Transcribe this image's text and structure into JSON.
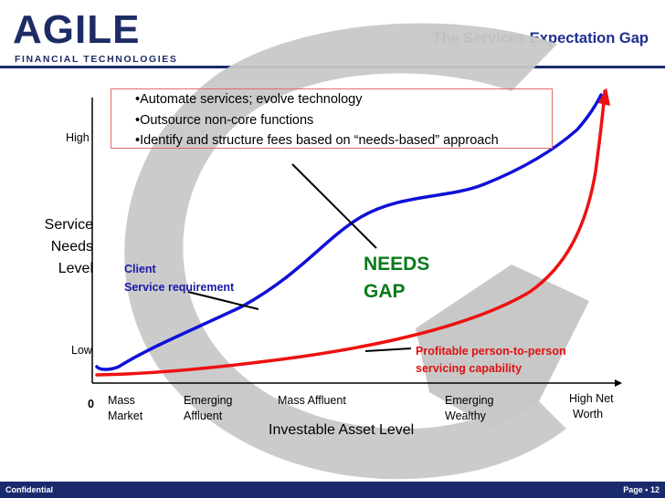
{
  "header": {
    "logo_main": "AGILE",
    "logo_sub": "FINANCIAL TECHNOLOGIES",
    "title": "The Services Expectation Gap"
  },
  "bullets": [
    "•Automate services; evolve technology",
    "•Outsource non-core functions",
    "•Identify and structure fees based on “needs-based” approach"
  ],
  "chart_data": {
    "type": "line",
    "y_axis": {
      "label_lines": [
        "Service",
        "Needs",
        "Level"
      ],
      "ticks": [
        "High",
        "Low"
      ],
      "origin_label": "0"
    },
    "x_axis": {
      "label": "Investable Asset Level",
      "categories": [
        [
          "Mass",
          "Market"
        ],
        [
          "Emerging",
          "Affluent"
        ],
        [
          "Mass Affluent"
        ],
        [
          "Emerging",
          "Wealthy"
        ],
        [
          "High Net",
          "Worth"
        ]
      ]
    },
    "series": [
      {
        "name": "Client Service requirement",
        "label_lines": [
          "Client",
          "Service requirement"
        ],
        "color": "#1010d8"
      },
      {
        "name": "Profitable person-to-person servicing capability",
        "label_lines": [
          "Profitable person-to-person",
          "servicing capability"
        ],
        "color": "#ee1111"
      }
    ],
    "annotation": [
      "NEEDS",
      "GAP"
    ],
    "annotation_color": "#0a7a1a"
  },
  "footer": {
    "left": "Confidential",
    "right": "Page ▪ 12",
    "bar_color": "#1a2a6c"
  }
}
